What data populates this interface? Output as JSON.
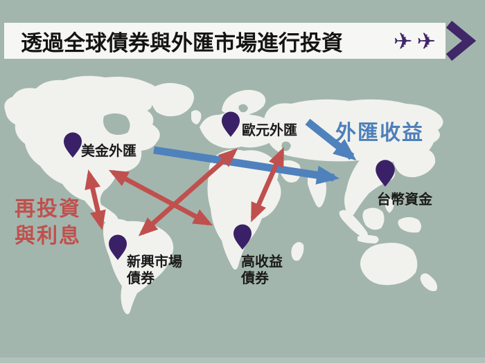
{
  "title_bar": {
    "title": "透過全球債券與外匯市場進行投資",
    "plane_icon": "✈"
  },
  "pins": {
    "usd": {
      "label": "美金外匯",
      "region": "north-america"
    },
    "eur": {
      "label": "歐元外匯",
      "region": "europe"
    },
    "twd": {
      "label": "台幣資金",
      "region": "east-asia"
    },
    "em": {
      "label": "新興市場\n債券",
      "region": "south-america"
    },
    "hy": {
      "label": "高收益\n債券",
      "region": "africa"
    }
  },
  "annotations": {
    "fx_income": "外匯收益",
    "reinvest": "再投資\n與利息"
  },
  "flows": {
    "red_arrows": [
      {
        "from": "usd",
        "to": "em",
        "double_headed": true
      },
      {
        "from": "usd",
        "to": "hy",
        "double_headed": true
      },
      {
        "from": "eur",
        "to": "em",
        "double_headed": true
      },
      {
        "from": "eur",
        "to": "hy",
        "double_headed": true
      }
    ],
    "blue_arrows": [
      {
        "from": "usd",
        "to": "twd"
      },
      {
        "from": "eur",
        "to": "twd"
      }
    ]
  },
  "colors": {
    "background": "#a3b6ae",
    "land": "#f1f2ee",
    "title_bar_bg": "#f6f7f4",
    "title_text": "#141414",
    "pin_purple": "#3a2167",
    "accent_purple": "#402768",
    "arrow_red": "#c0504d",
    "arrow_blue": "#4f81bd",
    "text_blue": "#4e7fba",
    "text_red": "#c0504d"
  }
}
